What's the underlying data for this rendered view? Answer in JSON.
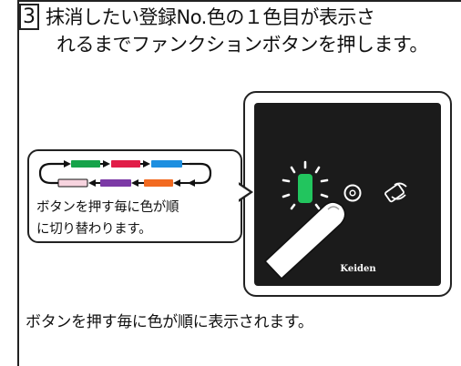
{
  "step": {
    "number": "3"
  },
  "heading": {
    "line1": "抹消したい登録No.色の１色目が表示さ",
    "line2": "れるまでファンクションボタンを押します。"
  },
  "callout": {
    "text_line1": "ボタンを押す毎に色が順",
    "text_line2": "に切り替わります。",
    "color_cycle": {
      "top_row": [
        "#16a34a",
        "#e11d48",
        "#1d8fe0"
      ],
      "bottom_row": [
        "#f7d4df",
        "#7c3aa6",
        "#f26a21"
      ]
    }
  },
  "device": {
    "brand": "Keiden",
    "lit_indicator_color": "#22c55e"
  },
  "footer": {
    "text": "ボタンを押す毎に色が順に表示されます。"
  }
}
